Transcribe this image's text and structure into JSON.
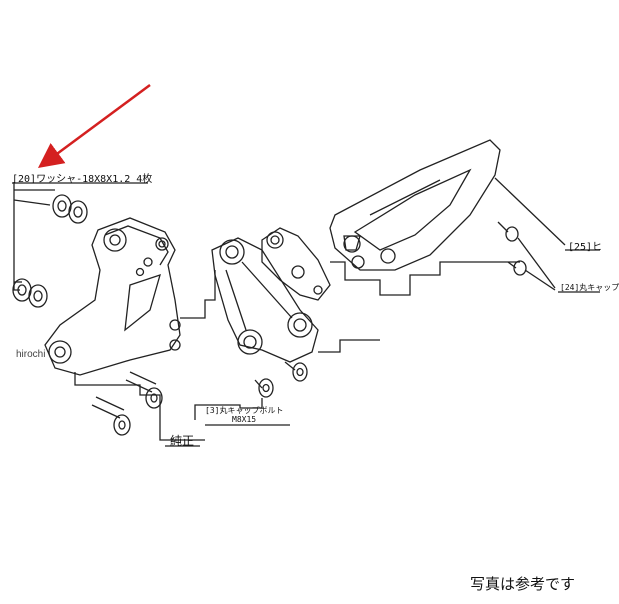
{
  "labels": {
    "washer": "[20]ワッシャ-18X8X1.2 4枚",
    "cap_bolt": "[3]丸キャップボルト",
    "cap_bolt_size": "M8X15",
    "genuine": "純正",
    "part25": "[25]ヒ",
    "part24": "[24]丸キャップ"
  },
  "watermark": "hirochi",
  "note": "写真は参考です",
  "colors": {
    "arrow": "#d42020",
    "line": "#222222"
  }
}
